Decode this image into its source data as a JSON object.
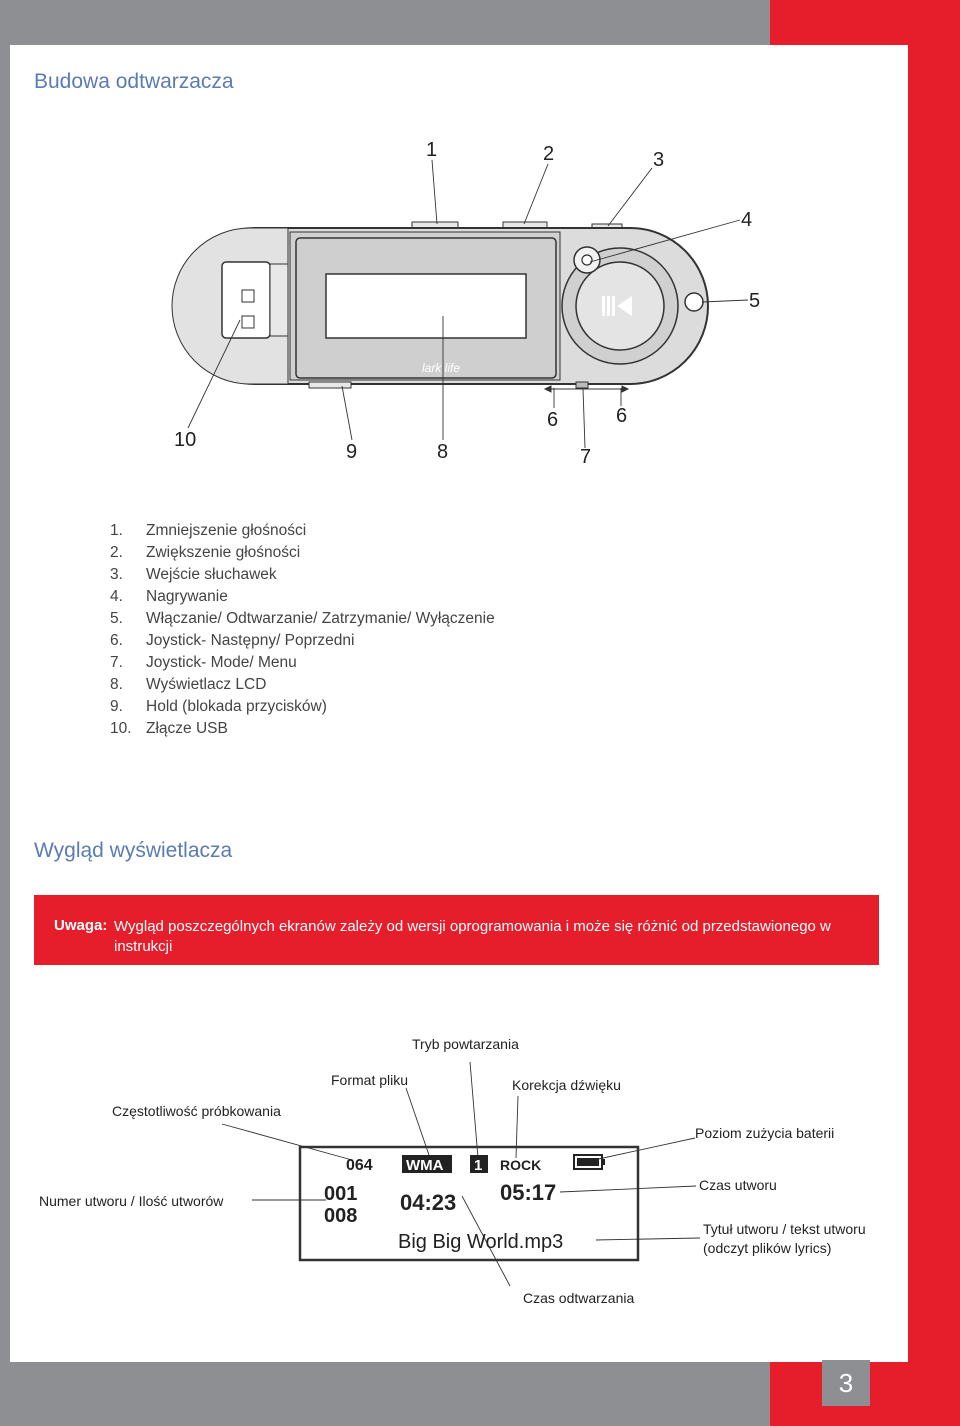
{
  "sections": {
    "construction_title": "Budowa odtwarzacza",
    "display_title": "Wygląd wyświetlacza"
  },
  "device": {
    "callouts": [
      "1",
      "2",
      "3",
      "4",
      "5",
      "6",
      "6",
      "7",
      "8",
      "9",
      "10"
    ],
    "brand": "lark life"
  },
  "parts": [
    {
      "num": "1.",
      "label": "Zmniejszenie głośności"
    },
    {
      "num": "2.",
      "label": "Zwiększenie głośności"
    },
    {
      "num": "3.",
      "label": "Wejście słuchawek"
    },
    {
      "num": "4.",
      "label": "Nagrywanie"
    },
    {
      "num": "5.",
      "label": "Włączanie/ Odtwarzanie/ Zatrzymanie/ Wyłączenie"
    },
    {
      "num": "6.",
      "label": "Joystick- Następny/ Poprzedni"
    },
    {
      "num": "7.",
      "label": "Joystick- Mode/ Menu"
    },
    {
      "num": "8.",
      "label": "Wyświetlacz LCD"
    },
    {
      "num": "9.",
      "label": "Hold (blokada przycisków)"
    },
    {
      "num": "10.",
      "label": "Złącze USB"
    }
  ],
  "notice": {
    "label": "Uwaga:",
    "text": "Wygląd poszczególnych ekranów zależy od wersji oprogramowania i może się różnić od przedstawionego w instrukcji"
  },
  "lcd_labels": {
    "repeat_mode": "Tryb powtarzania",
    "file_format": "Format pliku",
    "equalizer": "Korekcja dźwięku",
    "sample_rate": "Częstotliwość próbkowania",
    "battery": "Poziom zużycia baterii",
    "track_number": "Numer utworu / Ilość utworów",
    "track_time": "Czas utworu",
    "title_line1": "Tytuł utworu / tekst utworu",
    "title_line2": "(odczyt plików lyrics)",
    "play_time": "Czas odtwarzania"
  },
  "lcd": {
    "sample_rate": "064",
    "format": "WMA",
    "repeat": "1",
    "eq": "ROCK",
    "track_number": "001",
    "track_total": "008",
    "elapsed": "04:23",
    "total_time": "05:17",
    "song": "Big Big World.mp3"
  },
  "page_number": "3",
  "colors": {
    "accent_red": "#e61e2b",
    "title_blue": "#5b7bb5",
    "frame_gray": "#8e8f92"
  }
}
